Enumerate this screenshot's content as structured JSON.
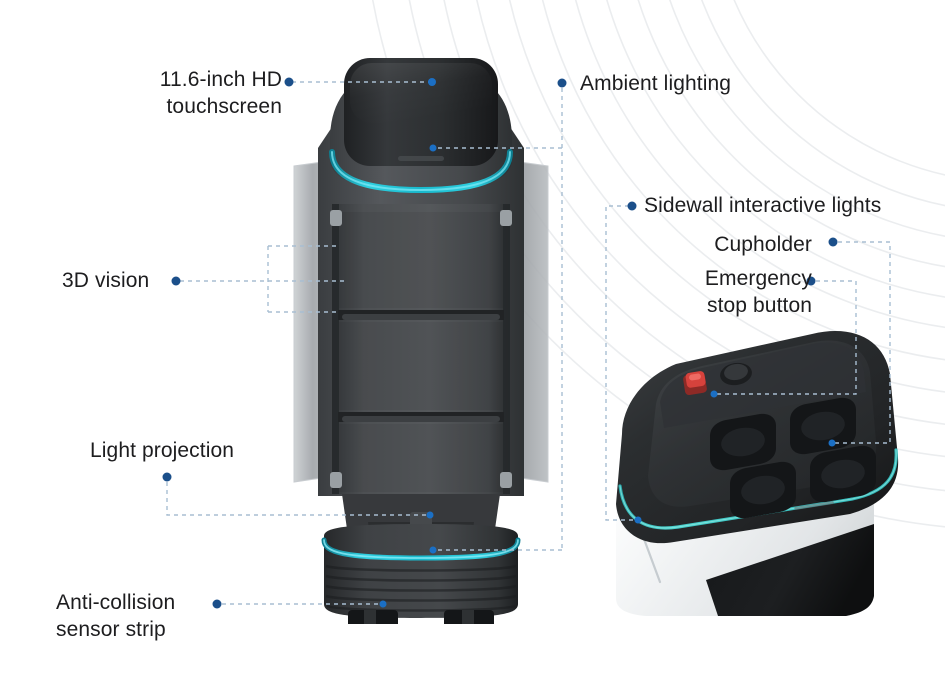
{
  "diagram": {
    "title": "Delivery robot feature callouts",
    "background_color": "#ffffff",
    "accent_teal": "#26c6d4",
    "dot_color": "#1b4f8a",
    "leader_color": "#9fb8cf",
    "text_color": "#1d1d1f",
    "arc_color": "#eceef0"
  },
  "labels": {
    "touchscreen": "11.6-inch HD\ntouchscreen",
    "vision_3d": "3D vision",
    "light_projection": "Light projection",
    "anti_collision": "Anti-collision\nsensor strip",
    "ambient_lighting": "Ambient lighting",
    "sidewall_lights": "Sidewall interactive lights",
    "cupholder": "Cupholder",
    "emergency_stop": "Emergency\nstop button"
  },
  "callouts": [
    {
      "id": "touchscreen",
      "label": "11.6-inch HD touchscreen",
      "dot": [
        289,
        82
      ],
      "target": [
        432,
        82
      ]
    },
    {
      "id": "ambient-lighting",
      "target_label": "Ambient lighting",
      "dot": [
        562,
        83
      ],
      "target": [
        432,
        148
      ]
    },
    {
      "id": "vision-3d",
      "target_label": "3D vision",
      "dot": [
        176,
        281
      ],
      "target": [
        330,
        281
      ]
    },
    {
      "id": "light-projection",
      "target_label": "Light projection",
      "dot": [
        167,
        477
      ],
      "target": [
        430,
        515
      ]
    },
    {
      "id": "anti-collision",
      "target_label": "Anti-collision sensor strip",
      "dot": [
        217,
        604
      ],
      "target": [
        383,
        604
      ]
    },
    {
      "id": "sidewall-lights",
      "target_label": "Sidewall interactive lights",
      "dot": [
        632,
        206
      ],
      "target": [
        641,
        520
      ]
    },
    {
      "id": "cupholder",
      "target_label": "Cupholder",
      "dot": [
        833,
        242
      ],
      "target": [
        828,
        443
      ]
    },
    {
      "id": "emergency-stop",
      "target_label": "Emergency stop button",
      "dot": [
        811,
        281
      ],
      "target": [
        710,
        394
      ]
    }
  ],
  "robot_left": {
    "name": "tall shelf delivery robot",
    "parts": [
      "head-touchscreen",
      "ambient-light-ring",
      "shelf-tray-column",
      "side-panels",
      "base-ring-light",
      "ribbed-base",
      "wheels"
    ],
    "shelf_levels": 3,
    "body_color": "#4a4d50",
    "panel_color": "#a7abae",
    "screen_color": "#2b2d2f",
    "ring_color": "#1fb6c7"
  },
  "robot_right": {
    "name": "compact tray delivery robot",
    "parts": [
      "cupholder-tray",
      "emergency-stop-button",
      "power-button",
      "sidewall-light-strip",
      "white-body",
      "dark-skirt"
    ],
    "cupholder_slots": 4,
    "tray_color": "#2d2f31",
    "body_color": "#f0f2f3",
    "skirt_color": "#1b1d1f",
    "estop_color": "#d6423c",
    "strip_color": "#3fb8b4"
  }
}
